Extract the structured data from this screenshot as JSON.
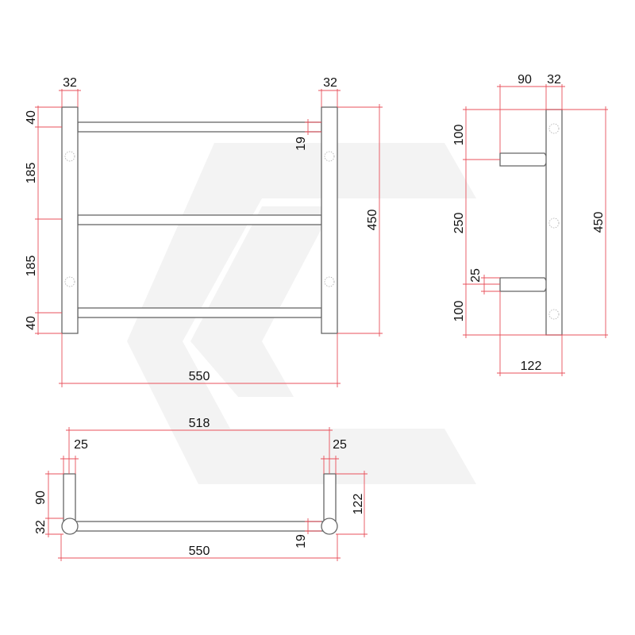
{
  "colors": {
    "dimension": "#e8505b",
    "outline": "#666666",
    "watermark": "#f3f3f3"
  },
  "front_view": {
    "post_width_left": "32",
    "post_width_right": "32",
    "top_offset": "40",
    "spacing_upper": "185",
    "spacing_lower": "185",
    "bottom_offset": "40",
    "rail_thickness": "19",
    "height": "450",
    "width": "550"
  },
  "side_view": {
    "arm_length": "90",
    "post_width": "32",
    "top_offset": "100",
    "arm_spacing": "250",
    "bottom_offset": "100",
    "arm_diameter": "25",
    "height": "450",
    "total_depth": "122"
  },
  "top_view": {
    "inner_width": "518",
    "arm_left": "25",
    "arm_right": "25",
    "arm_length": "90",
    "post_diameter": "32",
    "total_depth": "122",
    "rail_thickness": "19",
    "width": "550"
  }
}
